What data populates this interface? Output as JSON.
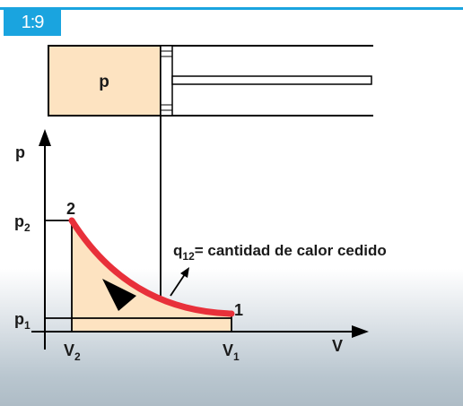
{
  "figure": {
    "number": "1:9"
  },
  "piston": {
    "label": "p"
  },
  "axes": {
    "y_label": "p",
    "x_label": "V"
  },
  "ticks": {
    "p2": {
      "base": "p",
      "sub": "2"
    },
    "p1": {
      "base": "p",
      "sub": "1"
    },
    "v2": {
      "base": "V",
      "sub": "2"
    },
    "v1": {
      "base": "V",
      "sub": "1"
    }
  },
  "points": {
    "start": "2",
    "end": "1"
  },
  "annotation": {
    "base": "q",
    "sub": "12",
    "text": "= cantidad de calor cedido"
  },
  "colors": {
    "accent": "#1aa4df",
    "fill": "#fde3c1",
    "curve": "#e8303a"
  }
}
